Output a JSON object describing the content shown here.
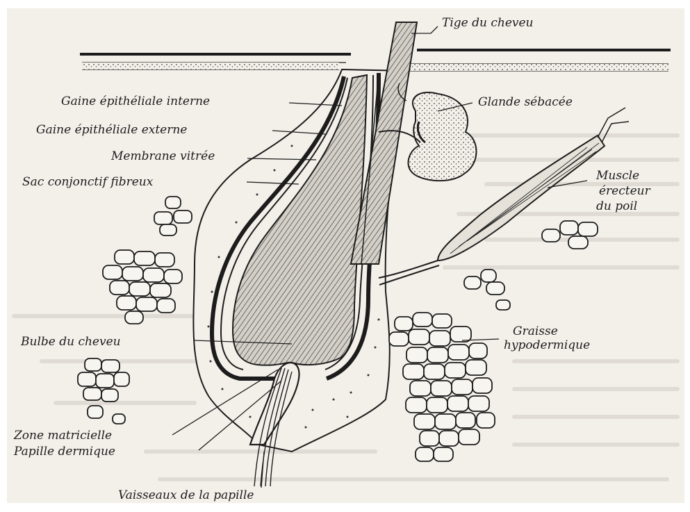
{
  "figure": {
    "labels": {
      "tige": "Tige du cheveu",
      "glande": "Glande sébacée",
      "gaine_interne": "Gaine épithéliale interne",
      "gaine_externe": "Gaine épithéliale externe",
      "membrane": "Membrane vitrée",
      "sac": "Sac conjonctif fibreux",
      "muscle_1": "Muscle",
      "muscle_2": "érecteur",
      "muscle_3": "du poil",
      "graisse_1": "Graisse",
      "graisse_2": "hypodermique",
      "bulbe": "Bulbe du cheveu",
      "zone": "Zone matricielle",
      "papille": "Papille dermique",
      "vaisseaux": "Vaisseaux de la papille"
    },
    "colors": {
      "paper": "#f3f0ea",
      "ink": "#1c1c1c",
      "show_through": "#cfcfcf"
    }
  }
}
